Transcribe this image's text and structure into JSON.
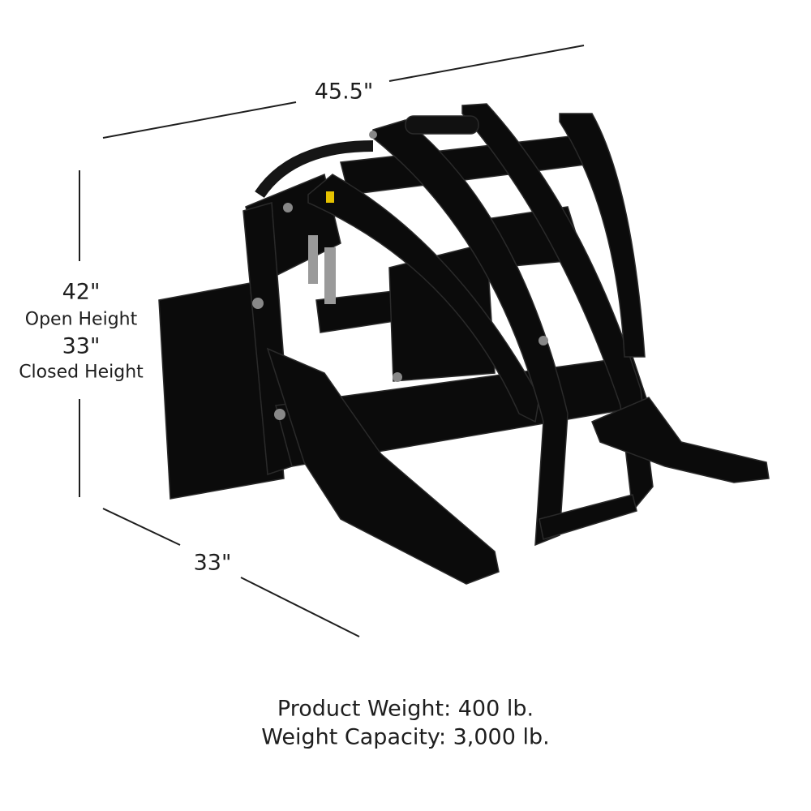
{
  "dimensions": {
    "width": "45.5\"",
    "open_height_value": "42\"",
    "open_height_label": "Open Height",
    "closed_height_value": "33\"",
    "closed_height_label": "Closed Height",
    "depth": "33\""
  },
  "specs": {
    "product_weight": "Product Weight: 400 lb.",
    "weight_capacity": "Weight Capacity: 3,000 lb."
  },
  "colors": {
    "attachment": "#0b0b0b",
    "lines": "#1e1e1e"
  }
}
